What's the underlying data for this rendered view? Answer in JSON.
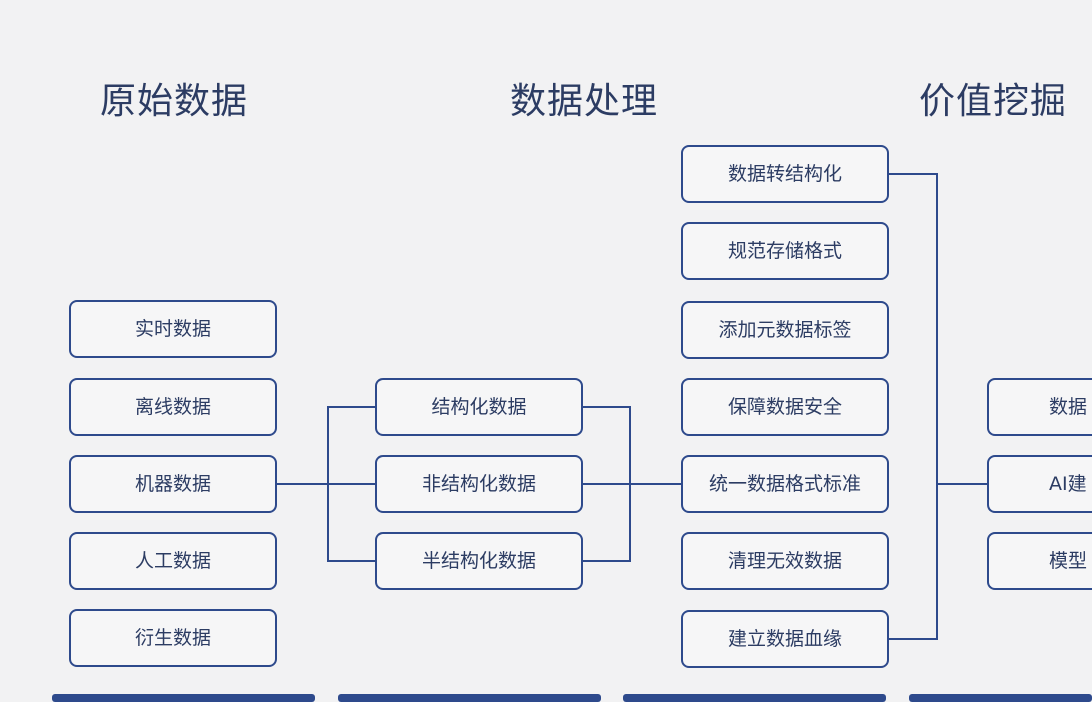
{
  "headings": {
    "raw": "原始数据",
    "processing": "数据处理",
    "value": "价值挖掘"
  },
  "raw_data": [
    "实时数据",
    "离线数据",
    "机器数据",
    "人工数据",
    "衍生数据"
  ],
  "data_types": [
    "结构化数据",
    "非结构化数据",
    "半结构化数据"
  ],
  "processing_steps": [
    "数据转结构化",
    "规范存储格式",
    "添加元数据标签",
    "保障数据安全",
    "统一数据格式标准",
    "清理无效数据",
    "建立数据血缘"
  ],
  "value_items": [
    "数据",
    "AI建",
    "模型"
  ],
  "colors": {
    "line": "#2e4a8c",
    "text": "#2c3c63",
    "background": "#f2f2f3"
  }
}
